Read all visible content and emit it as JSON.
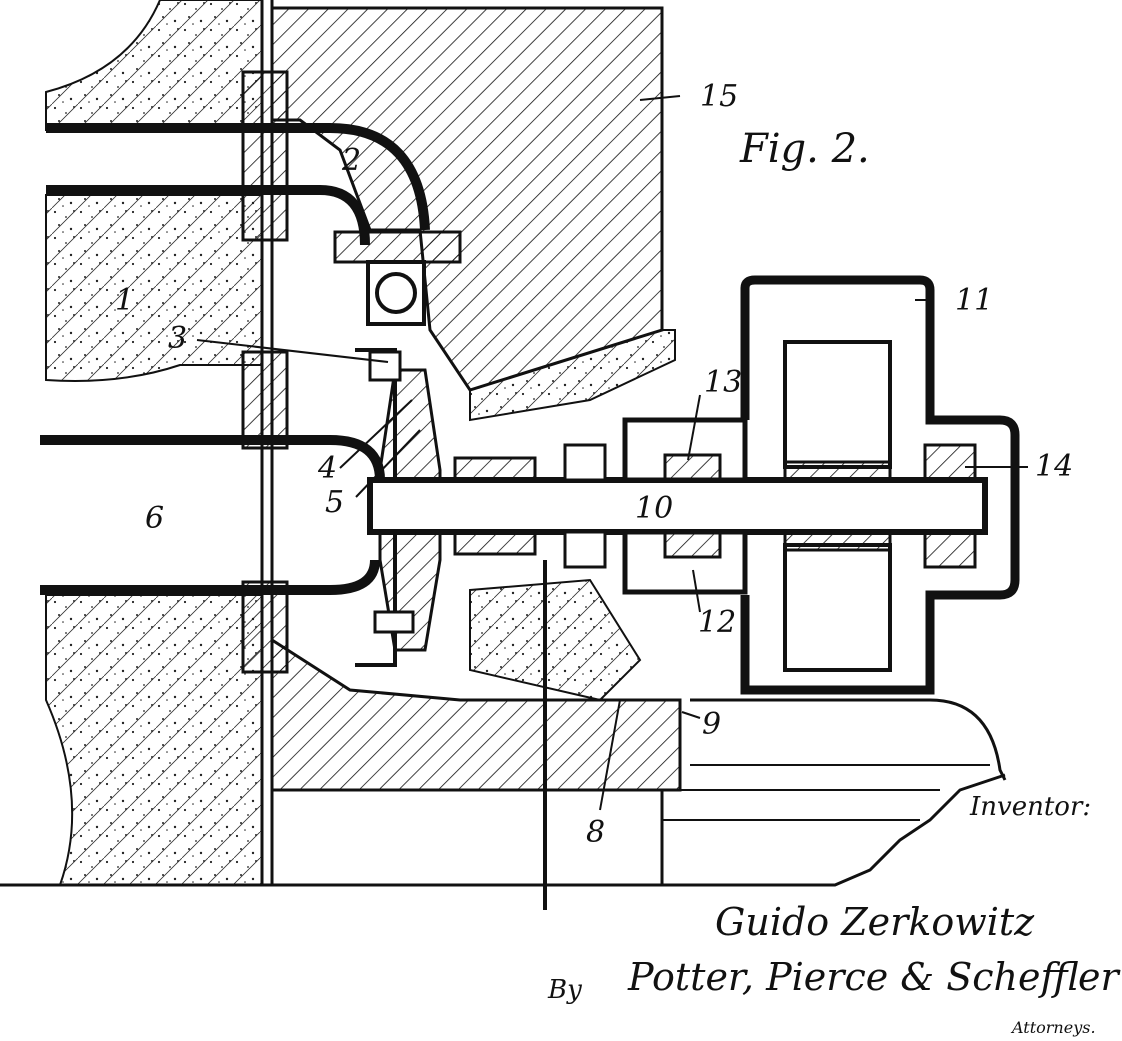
{
  "figure_label": "Fig. 2.",
  "reference_numerals": {
    "r1": "1",
    "r2": "2",
    "r3": "3",
    "r4": "4",
    "r5": "5",
    "r6": "6",
    "r8": "8",
    "r9": "9",
    "r10": "10",
    "r11": "11",
    "r12": "12",
    "r13": "13",
    "r14": "14",
    "r15": "15"
  },
  "inventor_label": "Inventor:",
  "inventor_name": "Guido Zerkowitz",
  "by_label": "By",
  "attorneys_names": "Potter, Pierce & Scheffler",
  "attorneys_label": "Attorneys."
}
